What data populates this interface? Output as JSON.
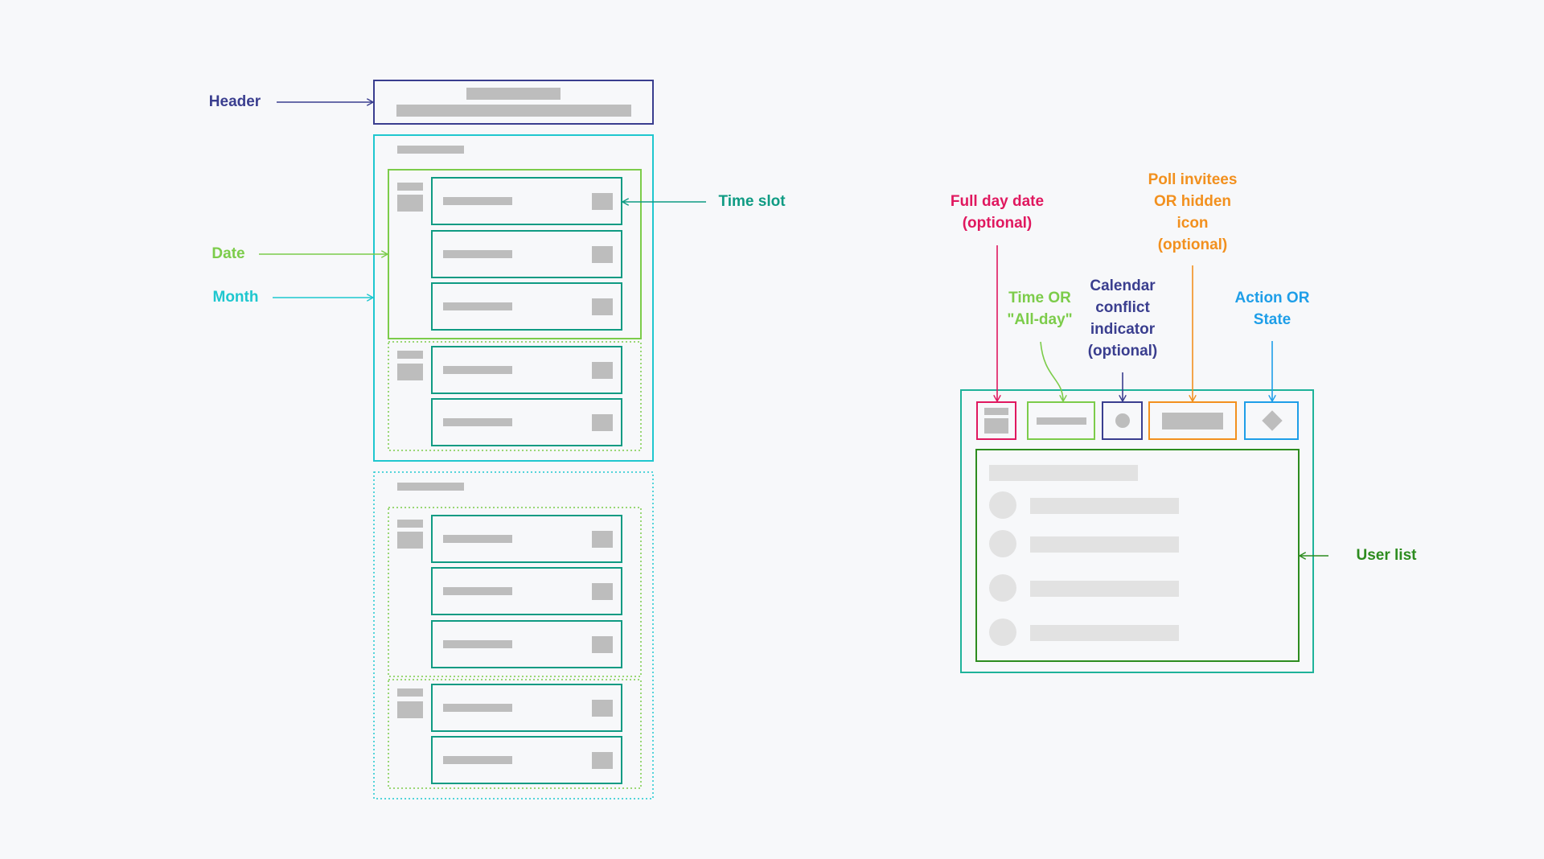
{
  "colors": {
    "header": "#3a3e8f",
    "month": "#1fc7cf",
    "date": "#7ccc4a",
    "timeslot": "#0f9b83",
    "full_day": "#e0185f",
    "time": "#7ccc4a",
    "conflict": "#3a3e8f",
    "poll": "#f2901e",
    "action": "#1e9ee8",
    "userlist": "#2d8c1f",
    "card": "#1fb39a",
    "placeholder": "#bdbdbd",
    "placeholder_light": "#e2e2e2"
  },
  "labels": {
    "header": "Header",
    "date": "Date",
    "month": "Month",
    "time_slot": "Time slot",
    "full_day": "Full day date\n(optional)",
    "time": "Time OR\n\"All-day\"",
    "conflict": "Calendar\nconflict\nindicator\n(optional)",
    "poll": "Poll invitees\nOR hidden\nicon\n(optional)",
    "action": "Action OR\nState",
    "user_list": "User list"
  },
  "icons": {
    "conflict": "circle-icon",
    "action": "diamond-icon"
  }
}
